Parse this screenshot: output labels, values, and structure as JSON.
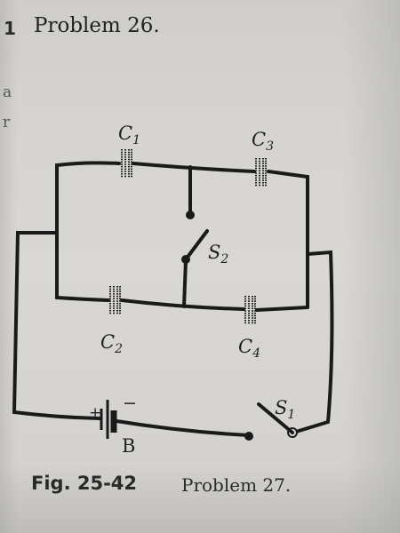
{
  "header": {
    "number": "1",
    "title": "Problem 26."
  },
  "margin": {
    "char_a": "a",
    "char_r": "r"
  },
  "diagram": {
    "capacitors": [
      {
        "id": "C1",
        "letter": "C",
        "sub": "1"
      },
      {
        "id": "C3",
        "letter": "C",
        "sub": "3"
      },
      {
        "id": "C2",
        "letter": "C",
        "sub": "2"
      },
      {
        "id": "C4",
        "letter": "C",
        "sub": "4"
      }
    ],
    "switches": [
      {
        "id": "S2",
        "letter": "S",
        "sub": "2"
      },
      {
        "id": "S1",
        "letter": "S",
        "sub": "1"
      }
    ],
    "battery": {
      "letter": "B",
      "plus": "+",
      "minus": "−"
    }
  },
  "caption": {
    "fig": "Fig. 25-42",
    "label": "Problem 27."
  }
}
